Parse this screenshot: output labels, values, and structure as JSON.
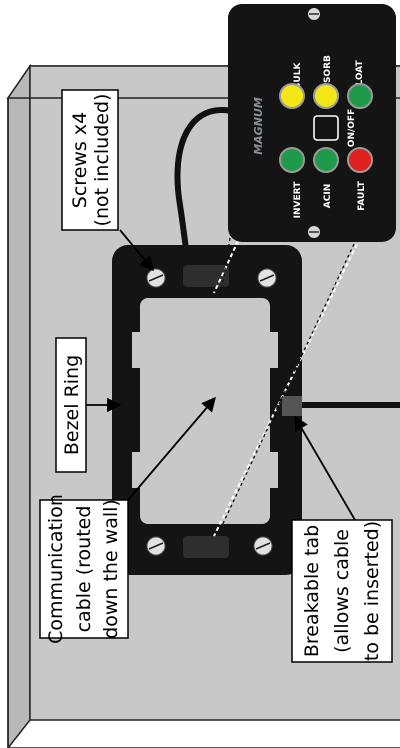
{
  "labels": {
    "screws": [
      "Screws x4",
      "(not included)"
    ],
    "bezel": [
      "Bezel Ring"
    ],
    "cable": [
      "Communication",
      "cable (routed",
      "down the wall)"
    ],
    "tab": [
      "Breakable tab",
      "(allows cable",
      "to be inserted)"
    ]
  },
  "panel": {
    "leds": {
      "bulk": "BULK",
      "absorb": "ABSORB",
      "float": "FLOAT",
      "invert": "INVERT",
      "acin": "ACIN",
      "fault": "FAULT"
    },
    "power_button": "ON/OFF",
    "brand": "MAGNUM"
  },
  "colors": {
    "wall": "#c8c8c8",
    "device": "#141414",
    "led_yellow": "#f2e615",
    "led_green": "#1f9a4a",
    "led_red": "#e0201e"
  }
}
